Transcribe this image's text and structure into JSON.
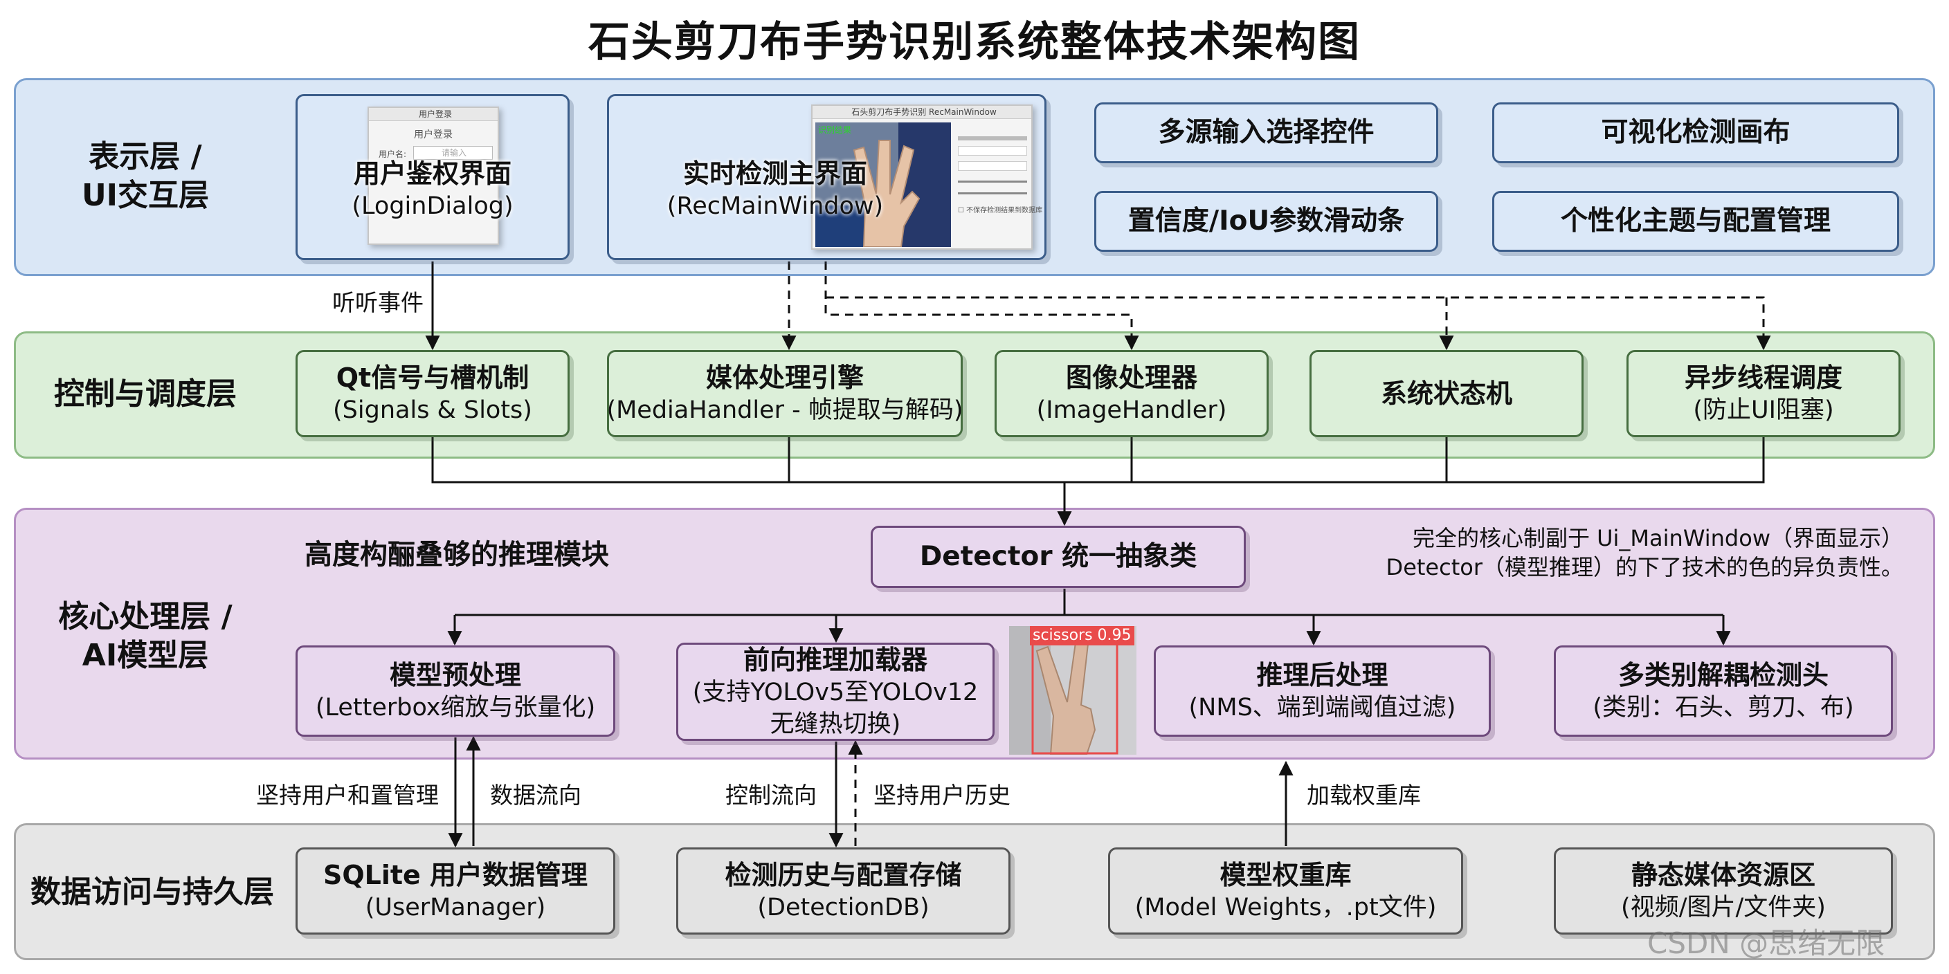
{
  "title": "石头剪刀布手势识别系统整体技术架构图",
  "layers": {
    "ui": {
      "label_line1": "表示层 /",
      "label_line2": "UI交互层"
    },
    "ctrl": {
      "label": "控制与调度层"
    },
    "core": {
      "label_line1": "核心处理层 /",
      "label_line2": "AI模型层"
    },
    "data": {
      "label": "数据访问与持久层"
    }
  },
  "ui_boxes": {
    "login": {
      "title": "用户鉴权界面",
      "sub": "(LoginDialog)"
    },
    "main": {
      "title": "实时检测主界面",
      "sub": "(RecMainWindow)"
    },
    "multi_input": {
      "title": "多源输入选择控件"
    },
    "canvas": {
      "title": "可视化检测画布"
    },
    "slider": {
      "title": "置信度/IoU参数滑动条"
    },
    "theme": {
      "title": "个性化主题与配置管理"
    }
  },
  "login_mock": {
    "window_title": "用户登录",
    "heading": "用户登录",
    "field_label": "用户名:",
    "field_placeholder": "请输入"
  },
  "main_mock": {
    "window_title": "石头剪刀布手势识别 RecMainWindow",
    "overlay": "识别结果",
    "checkbox": "不保存检测结果到数据库"
  },
  "ctrl_boxes": {
    "qt": {
      "title": "Qt信号与槽机制",
      "sub": "(Signals & Slots)"
    },
    "media": {
      "title": "媒体处理引擎",
      "sub": "(MediaHandler - 帧提取与解码)"
    },
    "image": {
      "title": "图像处理器",
      "sub": "(ImageHandler)"
    },
    "state": {
      "title": "系统状态机"
    },
    "thread": {
      "title": "异步线程调度",
      "sub": "(防止UI阻塞)"
    }
  },
  "core": {
    "heading": "高度构酾叠够的推理模块",
    "detector": {
      "title": "Detector 统一抽象类"
    },
    "note_line1": "完全的核心制副于 Ui_MainWindow（界面显示）",
    "note_line2": "Detector（模型推理）的下了技术的色的异负责性。",
    "pre": {
      "title": "模型预处理",
      "sub": "(Letterbox缩放与张量化)"
    },
    "fwd": {
      "title": "前向推理加载器",
      "sub1": "(支持YOLOv5至YOLOv12",
      "sub2": "无缝热切换)"
    },
    "post": {
      "title": "推理后处理",
      "sub": "(NMS、端到端阈值过滤)"
    },
    "heads": {
      "title": "多类别解耦检测头",
      "sub": "(类别：石头、剪刀、布)"
    },
    "detection_label": "scissors 0.95"
  },
  "data_boxes": {
    "sqlite": {
      "title": "SQLite 用户数据管理",
      "sub": "(UserManager)"
    },
    "history": {
      "title": "检测历史与配置存储",
      "sub": "(DetectionDB)"
    },
    "weights": {
      "title": "模型权重库",
      "sub": "(Model Weights，.pt文件)"
    },
    "media": {
      "title": "静态媒体资源区",
      "sub": "(视频/图片/文件夹)"
    }
  },
  "edge_labels": {
    "listen": "听听事件",
    "persist_user_config": "坚持用户和置管理",
    "data_flow": "数据流向",
    "control_flow": "控制流向",
    "persist_history": "坚持用户历史",
    "load_weights": "加载权重库"
  },
  "watermark": "CSDN @思绪无限",
  "colors": {
    "ui_bg": "#dae7f6",
    "ctrl_bg": "#dcefd9",
    "core_bg": "#e9d9ed",
    "data_bg": "#e6e6e6",
    "detection_box": "#e94b4b"
  }
}
